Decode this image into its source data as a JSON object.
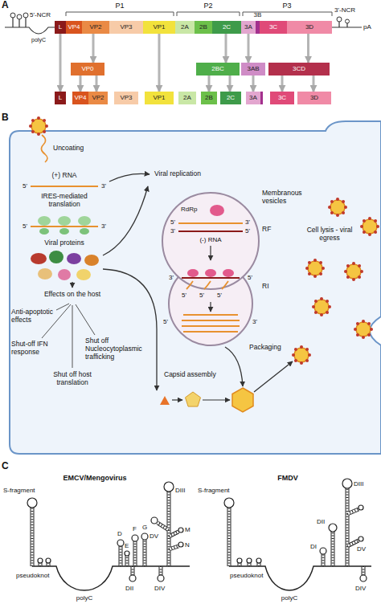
{
  "diagram": {
    "nodes": [
      {
        "text": [
          "L"
        ]
      },
      {
        "text": [
          "VP4"
        ]
      },
      {
        "text": [
          "VP2"
        ]
      },
      {
        "text": [
          "VP3"
        ]
      },
      {
        "text": [
          "VP1"
        ]
      },
      {
        "text": [
          "2A"
        ]
      },
      {
        "text": [
          "2B"
        ]
      },
      {
        "text": [
          "2C"
        ]
      },
      {
        "text": [
          "3A"
        ]
      },
      {
        "text": [
          "3B"
        ]
      },
      {
        "text": [
          "3C"
        ]
      },
      {
        "text": [
          "3D"
        ]
      },
      {
        "text": [
          "VP0"
        ]
      },
      {
        "text": [
          "2BC"
        ]
      },
      {
        "text": [
          "3AB"
        ]
      },
      {
        "text": [
          "3CD"
        ]
      },
      {
        "text": [
          "L"
        ]
      },
      {
        "text": [
          "VP4"
        ]
      },
      {
        "text": [
          "VP2"
        ]
      },
      {
        "text": [
          "VP3"
        ]
      },
      {
        "text": [
          "VP1"
        ]
      },
      {
        "text": [
          "2A"
        ]
      },
      {
        "text": [
          "2B"
        ]
      },
      {
        "text": [
          "2C"
        ]
      },
      {
        "text": [
          "3A"
        ]
      },
      {
        "text": [
          "3C"
        ]
      },
      {
        "text": [
          "3D"
        ]
      }
    ],
    "edges": [
      {
        "from": 0,
        "to": 16,
        "arrow": "to"
      },
      {
        "from": 2,
        "to": 12,
        "arrow": "to"
      },
      {
        "from": 4,
        "to": 20,
        "arrow": "to"
      },
      {
        "from": 7,
        "to": 13,
        "arrow": "to"
      },
      {
        "from": 8,
        "to": 14,
        "arrow": "to"
      },
      {
        "from": 11,
        "to": 15,
        "arrow": "to"
      },
      {
        "from": 12,
        "to": 17,
        "arrow": "to"
      },
      {
        "from": 12,
        "to": 18,
        "arrow": "to"
      },
      {
        "from": 13,
        "to": 22,
        "arrow": "to"
      },
      {
        "from": 13,
        "to": 23,
        "arrow": "to"
      },
      {
        "from": 14,
        "to": 24,
        "arrow": "to"
      },
      {
        "from": 15,
        "to": 25,
        "arrow": "to"
      },
      {
        "from": 15,
        "to": 26,
        "arrow": "to"
      }
    ],
    "labels": [
      "A",
      "5'-NCR",
      "polyC",
      "P1",
      "P2",
      "P3",
      "3'-NCR",
      "pA",
      "B",
      "Uncoating",
      "(+) RNA",
      "5'",
      "3'",
      "IRES-mediated translation",
      "5'",
      "3'",
      "Viral proteins",
      "Effects on the host",
      "Anti-apoptotic effects",
      "Shut-off IFN response",
      "Shut off host translation",
      "Shut off Nucleocytoplasmic trafficking",
      "Viral replication",
      "Membranous vesicles",
      "RdRp",
      "5'",
      "3'",
      "RF",
      "3'",
      "(-) RNA",
      "5'",
      "3'",
      "5'",
      "RI",
      "5'",
      "5'",
      "5'",
      "5'",
      "3'",
      "Cell lysis - viral egress",
      "Packaging",
      "Capsid assembly",
      "C",
      "EMCV/Mengovirus",
      "S-fragment",
      "pseudoknot",
      "polyC",
      "D",
      "E",
      "F",
      "G",
      "DIII",
      "M",
      "N",
      "DV",
      "DII",
      "DIV",
      "FMDV",
      "S-fragment",
      "pseudoknot",
      "polyC",
      "DIII",
      "DII",
      "DI",
      "DV",
      "DIV"
    ]
  }
}
